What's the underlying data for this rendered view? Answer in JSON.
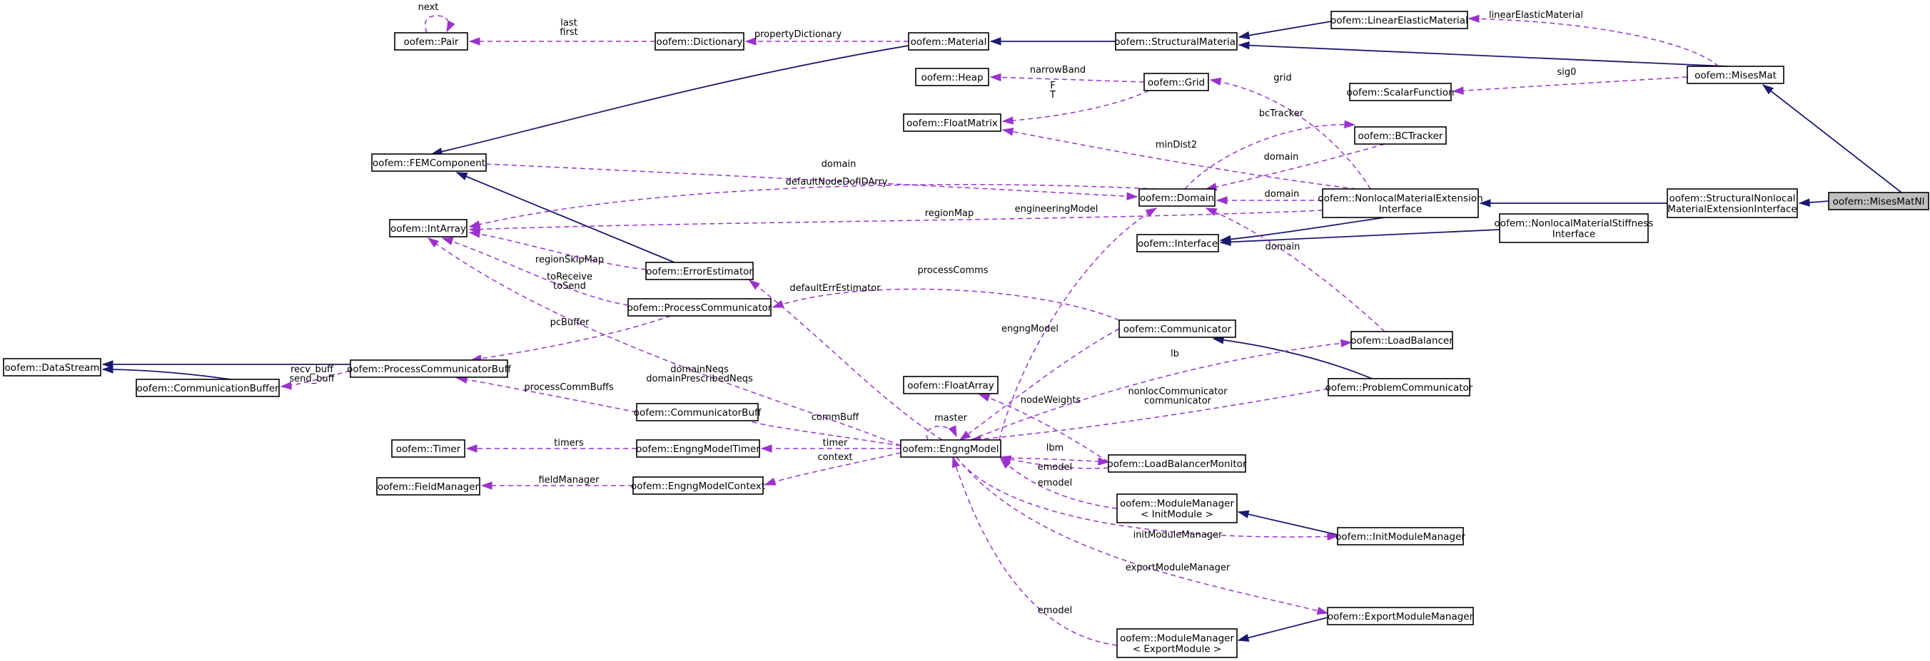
{
  "colors": {
    "inheritance": "#191970",
    "usage": "#9a32cd",
    "highlight": "#bfbfbf"
  },
  "nodes": {
    "pair": [
      "oofem::Pair"
    ],
    "dictionary": [
      "oofem::Dictionary"
    ],
    "material": [
      "oofem::Material"
    ],
    "structural_material": [
      "oofem::StructuralMaterial"
    ],
    "linear_elastic_material": [
      "oofem::LinearElasticMaterial"
    ],
    "mises_mat": [
      "oofem::MisesMat"
    ],
    "heap": [
      "oofem::Heap"
    ],
    "grid": [
      "oofem::Grid"
    ],
    "scalar_function": [
      "oofem::ScalarFunction"
    ],
    "float_matrix": [
      "oofem::FloatMatrix"
    ],
    "bc_tracker": [
      "oofem::BCTracker"
    ],
    "fem_component": [
      "oofem::FEMComponent"
    ],
    "domain": [
      "oofem::Domain"
    ],
    "nonlocal_ext_interface": [
      "oofem::NonlocalMaterialExtension",
      "Interface"
    ],
    "structural_nonlocal_ext_interface": [
      "oofem::StructuralNonlocal",
      "MaterialExtensionInterface"
    ],
    "mises_mat_nl": [
      "oofem::MisesMatNl"
    ],
    "int_array": [
      "oofem::IntArray"
    ],
    "error_estimator": [
      "oofem::ErrorEstimator"
    ],
    "interface": [
      "oofem::Interface"
    ],
    "nonlocal_stiffness_interface": [
      "oofem::NonlocalMaterialStiffness",
      "Interface"
    ],
    "process_communicator": [
      "oofem::ProcessCommunicator"
    ],
    "communicator": [
      "oofem::Communicator"
    ],
    "load_balancer": [
      "oofem::LoadBalancer"
    ],
    "data_stream": [
      "oofem::DataStream"
    ],
    "process_communicator_buff": [
      "oofem::ProcessCommunicatorBuff"
    ],
    "communication_buffer": [
      "oofem::CommunicationBuffer"
    ],
    "float_array": [
      "oofem::FloatArray"
    ],
    "problem_communicator": [
      "oofem::ProblemCommunicator"
    ],
    "communicator_buff": [
      "oofem::CommunicatorBuff"
    ],
    "timer": [
      "oofem::Timer"
    ],
    "engng_model_timer": [
      "oofem::EngngModelTimer"
    ],
    "engng_model": [
      "oofem::EngngModel"
    ],
    "load_balancer_monitor": [
      "oofem::LoadBalancerMonitor"
    ],
    "field_manager": [
      "oofem::FieldManager"
    ],
    "engng_model_context": [
      "oofem::EngngModelContext"
    ],
    "module_manager_init": [
      "oofem::ModuleManager",
      "< InitModule >"
    ],
    "init_module_manager": [
      "oofem::InitModuleManager"
    ],
    "export_module_manager": [
      "oofem::ExportModuleManager"
    ],
    "module_manager_export": [
      "oofem::ModuleManager",
      "< ExportModule >"
    ]
  },
  "edge_labels": {
    "next": [
      "next"
    ],
    "last_first": [
      "last",
      "first"
    ],
    "property_dictionary": [
      "propertyDictionary"
    ],
    "linear_elastic_material": [
      "linearElasticMaterial"
    ],
    "narrow_band": [
      "narrowBand"
    ],
    "f_t": [
      "F",
      "T"
    ],
    "sig0": [
      "sig0"
    ],
    "grid": [
      "grid"
    ],
    "bc_tracker": [
      "bcTracker"
    ],
    "min_dist2": [
      "minDist2"
    ],
    "domain_bc": [
      "domain"
    ],
    "domain_fem": [
      "domain"
    ],
    "default_node_dof_id_arry": [
      "defaultNodeDofIDArry"
    ],
    "domain_nl": [
      "domain"
    ],
    "region_map": [
      "regionMap"
    ],
    "engineering_model": [
      "engineeringModel"
    ],
    "domain_lb": [
      "domain"
    ],
    "region_skip_map": [
      "regionSkipMap"
    ],
    "to_receive_to_send": [
      "toReceive",
      "toSend"
    ],
    "default_err_estimator": [
      "defaultErrEstimator"
    ],
    "process_comms": [
      "processComms"
    ],
    "pc_buffer": [
      "pcBuffer"
    ],
    "engng_model": [
      "engngModel"
    ],
    "recv_send_buff": [
      "recv_buff",
      "send_buff"
    ],
    "domain_neqs": [
      "domainNeqs",
      "domainPrescribedNeqs"
    ],
    "lb": [
      "lb"
    ],
    "process_comm_buffs": [
      "processCommBuffs"
    ],
    "node_weights": [
      "nodeWeights"
    ],
    "nonloc_communicator": [
      "nonlocCommunicator",
      "communicator"
    ],
    "comm_buff": [
      "commBuff"
    ],
    "master": [
      "master"
    ],
    "timers": [
      "timers"
    ],
    "timer": [
      "timer"
    ],
    "lbm": [
      "lbm"
    ],
    "context": [
      "context"
    ],
    "field_manager": [
      "fieldManager"
    ],
    "emodel_lbm": [
      "emodel"
    ],
    "emodel_init": [
      "emodel"
    ],
    "init_module_manager": [
      "initModuleManager"
    ],
    "export_module_manager": [
      "exportModuleManager"
    ],
    "emodel_export": [
      "emodel"
    ]
  }
}
